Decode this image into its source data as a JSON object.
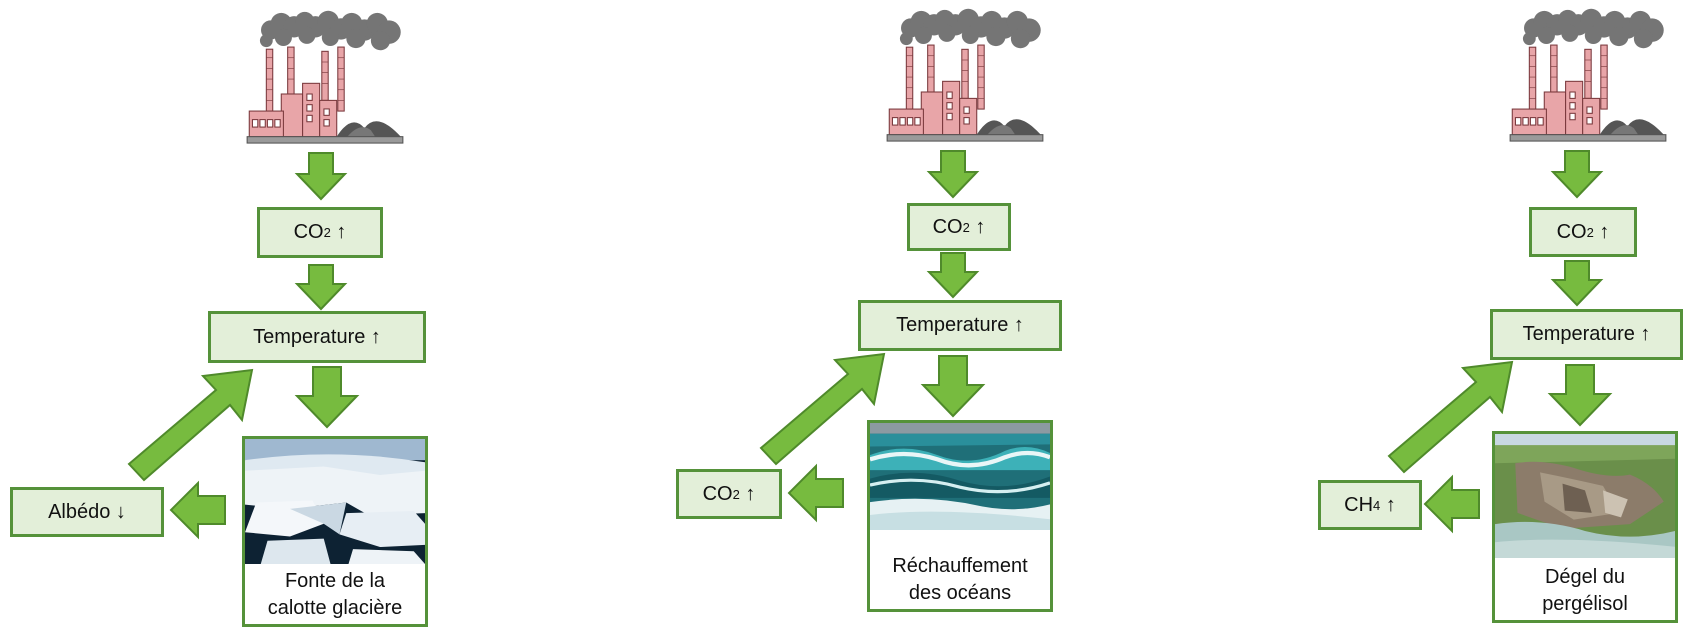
{
  "colors": {
    "arrow_fill": "#77bb3f",
    "arrow_stroke": "#4f8a2b",
    "box_fill": "#e3efd9",
    "box_border": "#55923a"
  },
  "diagrams": [
    {
      "icon": "factory-icon",
      "gas_box": {
        "text": "CO",
        "sub": "2",
        "symbol": "↑"
      },
      "temp_box": {
        "text": "Temperature",
        "symbol": "↑"
      },
      "effect": {
        "photo": "ice-sheet-photo",
        "caption_line1": "Fonte de la",
        "caption_line2": "calotte glacière"
      },
      "feedback_box": {
        "text": "Albédo",
        "sub": "",
        "symbol": "↓"
      }
    },
    {
      "icon": "factory-icon",
      "gas_box": {
        "text": "CO",
        "sub": "2",
        "symbol": "↑"
      },
      "temp_box": {
        "text": "Temperature",
        "symbol": "↑"
      },
      "effect": {
        "photo": "ocean-wave-photo",
        "caption_line1": "Réchauffement",
        "caption_line2": "des océans"
      },
      "feedback_box": {
        "text": "CO",
        "sub": "2",
        "symbol": "↑"
      }
    },
    {
      "icon": "factory-icon",
      "gas_box": {
        "text": "CO",
        "sub": "2",
        "symbol": "↑"
      },
      "temp_box": {
        "text": "Temperature",
        "symbol": "↑"
      },
      "effect": {
        "photo": "permafrost-landslide-photo",
        "caption_line1": "Dégel du",
        "caption_line2": "pergélisol"
      },
      "feedback_box": {
        "text": "CH",
        "sub": "4",
        "symbol": "↑"
      }
    }
  ]
}
